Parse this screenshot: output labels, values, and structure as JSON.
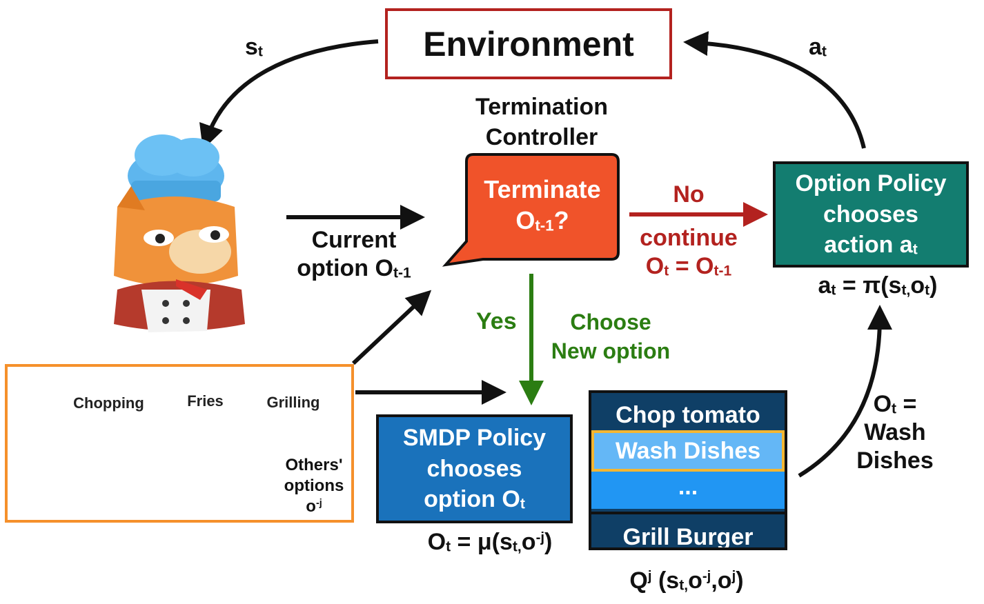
{
  "environment": {
    "label": "Environment"
  },
  "state_label": {
    "base": "s",
    "sub": "t"
  },
  "action_label": {
    "base": "a",
    "sub": "t"
  },
  "termination_controller": {
    "title_line1": "Termination",
    "title_line2": "Controller",
    "box_line1": "Terminate",
    "box_line2_base": "O",
    "box_line2_sub": "t-1",
    "box_line2_suffix": "?"
  },
  "current_option": {
    "line1": "Current",
    "line2_base": "option O",
    "line2_sub": "t-1"
  },
  "no_branch": {
    "no": "No",
    "continue": "continue",
    "eq_left": "O",
    "eq_left_sub": "t",
    "eq_mid": " = O",
    "eq_right_sub": "t-1"
  },
  "option_policy": {
    "line1": "Option Policy",
    "line2": "chooses",
    "line3_base": "action a",
    "line3_sub": "t",
    "formula_a": "a",
    "formula_a_sub": "t",
    "formula_mid": " = π(s",
    "formula_s_sub": "t,",
    "formula_o": "o",
    "formula_o_sub": "t",
    "formula_end": ")"
  },
  "yes_branch": {
    "yes": "Yes",
    "choose_line1": "Choose",
    "choose_line2": "New option"
  },
  "smdp_policy": {
    "line1": "SMDP Policy",
    "line2": "chooses",
    "line3_base": "option O",
    "line3_sub": "t",
    "formula_o": "O",
    "formula_o_sub": "t",
    "formula_mid": " = μ(s",
    "formula_s_sub": "t,",
    "formula_o2": "o",
    "formula_o2_sup": "-j",
    "formula_end": ")"
  },
  "q_list": {
    "items": [
      "Chop tomato",
      "Wash Dishes",
      "...",
      "Grill Burger"
    ],
    "selected_index": 1,
    "formula_q": "Q",
    "formula_q_sup": "j",
    "formula_mid": " (s",
    "formula_s_sub": "t,",
    "formula_o": "o",
    "formula_o_sup": "-j",
    "formula_sep": ",o",
    "formula_o2_sup": "j",
    "formula_end": ")"
  },
  "chosen_option": {
    "line1_base": "O",
    "line1_sub": "t",
    "line1_suffix": " =",
    "line2": "Wash",
    "line3": "Dishes"
  },
  "others": {
    "bubbles": [
      "Chopping",
      "Fries",
      "Grilling"
    ],
    "line1": "Others'",
    "line2": "options",
    "line3_base": "o",
    "line3_sup": "-j"
  },
  "colors": {
    "env_border": "#b3221f",
    "terminate_box": "#f0532a",
    "no_branch": "#b3221f",
    "yes_branch": "#2b7d12",
    "option_policy": "#137d70",
    "smdp_policy": "#1a72bb",
    "q_list_dark": "#0f3f66",
    "q_list_light": "#2196f3",
    "q_list_selected": "#64b7f6",
    "q_selected_border": "#f4b631",
    "others_border": "#f5902b"
  }
}
